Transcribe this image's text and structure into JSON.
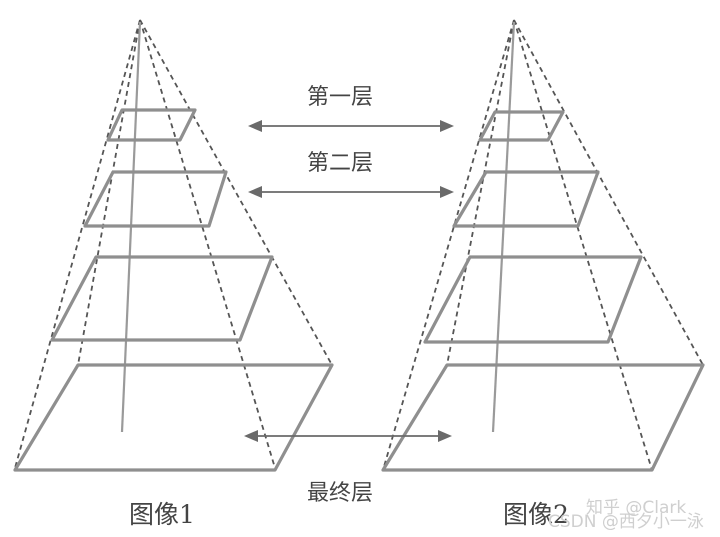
{
  "labels": {
    "layer_first": "第一层",
    "layer_second": "第二层",
    "layer_final": "最终层"
  },
  "captions": {
    "left": "图像1",
    "right": "图像2"
  },
  "watermarks": {
    "zhihu": "知乎 @Clark",
    "csdn": "CSDN @西夕小一泳"
  },
  "colors": {
    "solid_edges": "#8f8f8f",
    "dashed_edges": "#555555",
    "text": "#444444"
  }
}
